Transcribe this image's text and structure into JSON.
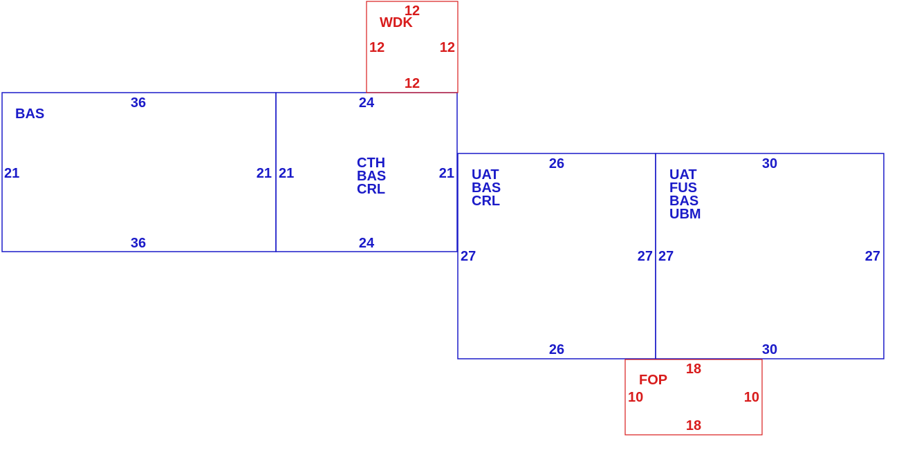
{
  "colors": {
    "main": "#1a1ac8",
    "accent": "#d81b1b"
  },
  "areas": {
    "bas_left": {
      "codes": [
        "BAS"
      ],
      "top": "36",
      "bottom": "36",
      "left": "21",
      "right": "21"
    },
    "cth": {
      "codes": [
        "CTH",
        "BAS",
        "CRL"
      ],
      "top": "24",
      "bottom": "24",
      "left": "21",
      "right": "21"
    },
    "uat_mid": {
      "codes": [
        "UAT",
        "BAS",
        "CRL"
      ],
      "top": "26",
      "bottom": "26",
      "left": "27",
      "right": "27"
    },
    "uat_right": {
      "codes": [
        "UAT",
        "FUS",
        "BAS",
        "UBM"
      ],
      "top": "30",
      "bottom": "30",
      "left": "27",
      "right": "27"
    },
    "wdk": {
      "codes": [
        "WDK"
      ],
      "top": "12",
      "bottom": "12",
      "left": "12",
      "right": "12"
    },
    "fop": {
      "codes": [
        "FOP"
      ],
      "top": "18",
      "bottom": "18",
      "left": "10",
      "right": "10"
    }
  }
}
